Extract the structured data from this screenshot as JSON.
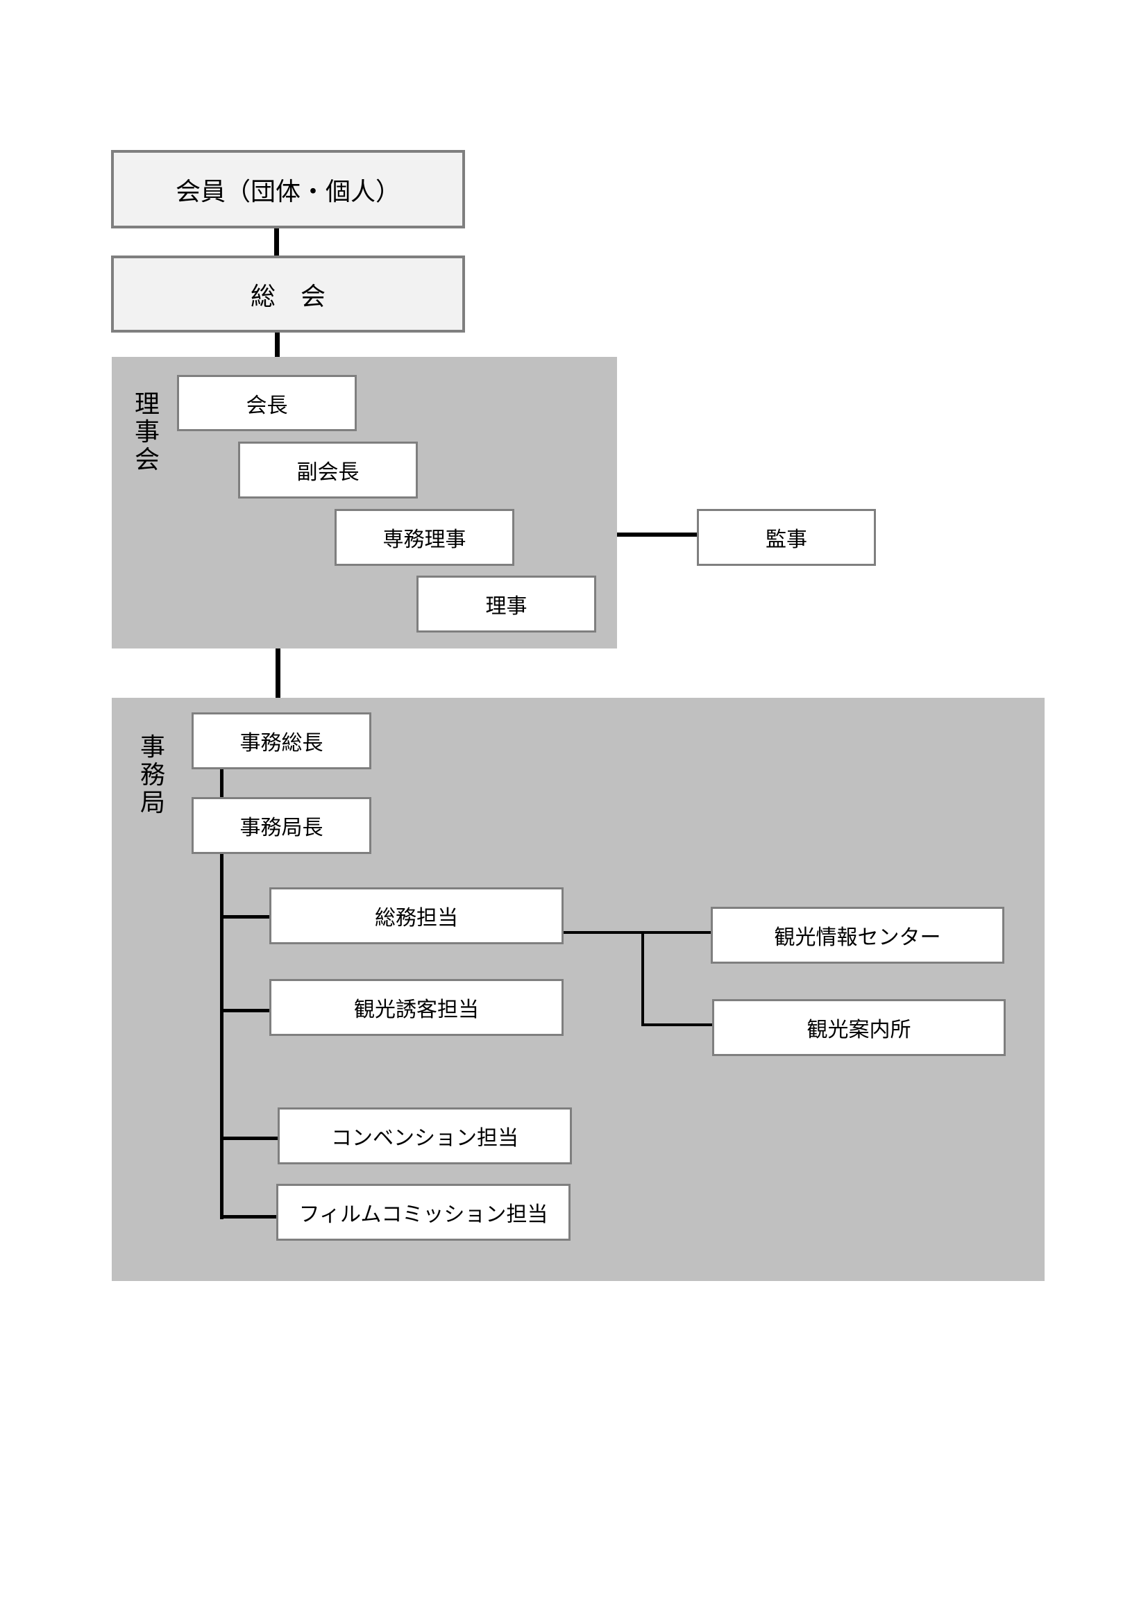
{
  "members": "会員（団体・個人）",
  "general_assembly": "総　会",
  "board": {
    "label": "理\n事\n会",
    "president": "会長",
    "vice_president": "副会長",
    "executive_director": "専務理事",
    "director": "理事"
  },
  "auditor": "監事",
  "secretariat": {
    "label": "事\n務\n局",
    "secretary_general": "事務総長",
    "bureau_chief": "事務局長",
    "general_affairs": "総務担当",
    "tourism_promotion": "観光誘客担当",
    "convention": "コンベンション担当",
    "film_commission": "フィルムコミッション担当",
    "tourist_info_center": "観光情報センター",
    "tourist_info_office": "観光案内所"
  }
}
